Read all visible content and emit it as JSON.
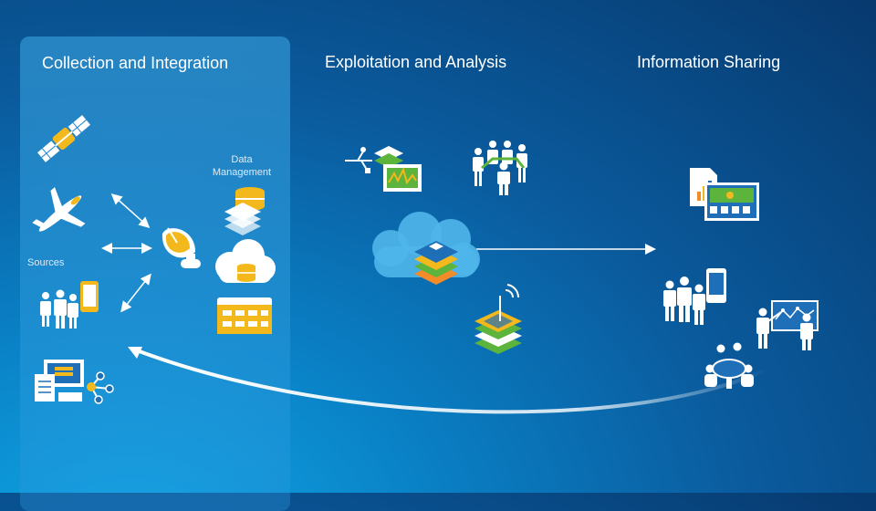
{
  "headings": {
    "collection": "Collection and Integration",
    "exploitation": "Exploitation and Analysis",
    "sharing": "Information Sharing"
  },
  "labels": {
    "data_management": "Data\nManagement",
    "sources": "Sources"
  },
  "colors": {
    "panel": "#3eaae6",
    "icon_white": "#ffffff",
    "accent_green": "#5cb43c",
    "accent_orange": "#f28c28",
    "accent_blue": "#1e6fb8",
    "accent_yellow": "#f2b81c"
  },
  "icons": [
    "satellite-icon",
    "airplane-icon",
    "people-phone-icon",
    "documents-network-icon",
    "satellite-dish-icon",
    "database-layers-icon",
    "cloud-database-icon",
    "server-rack-icon",
    "usb-data-icon",
    "team-icon",
    "cloud-layers-icon",
    "wireless-map-icon",
    "report-dashboard-icon",
    "people-mobile-icon",
    "presentation-icon",
    "meeting-icon"
  ]
}
